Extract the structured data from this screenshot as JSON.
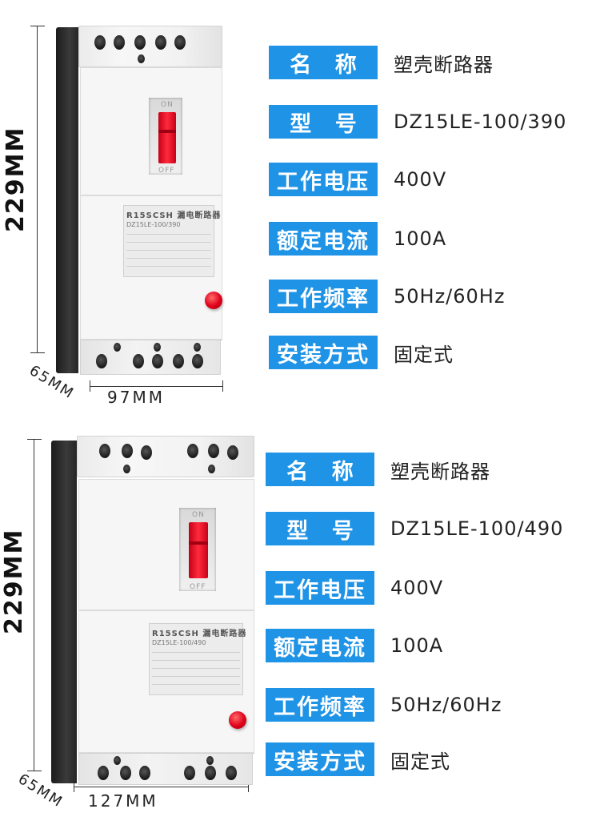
{
  "products": [
    {
      "dims": {
        "height": "229MM",
        "depth": "65MM",
        "width": "97MM"
      },
      "breaker": {
        "on": "ON",
        "off": "OFF",
        "brand": "R15SCSH 漏电断路器",
        "model": "DZ15LE-100/390"
      },
      "specs": [
        {
          "label": "名 称",
          "value": "塑壳断路器"
        },
        {
          "label": "型 号",
          "value": "DZ15LE-100/390"
        },
        {
          "label": "工作电压",
          "value": "400V"
        },
        {
          "label": "额定电流",
          "value": "100A"
        },
        {
          "label": "工作频率",
          "value": "50Hz/60Hz"
        },
        {
          "label": "安装方式",
          "value": "固定式"
        }
      ]
    },
    {
      "dims": {
        "height": "229MM",
        "depth": "65MM",
        "width": "127MM"
      },
      "breaker": {
        "on": "ON",
        "off": "OFF",
        "brand": "R15SCSH 漏电断路器",
        "model": "DZ15LE-100/490"
      },
      "specs": [
        {
          "label": "名 称",
          "value": "塑壳断路器"
        },
        {
          "label": "型 号",
          "value": "DZ15LE-100/490"
        },
        {
          "label": "工作电压",
          "value": "400V"
        },
        {
          "label": "额定电流",
          "value": "100A"
        },
        {
          "label": "工作频率",
          "value": "50Hz/60Hz"
        },
        {
          "label": "安装方式",
          "value": "固定式"
        }
      ]
    }
  ],
  "colors": {
    "label_bg": "#1f93e6",
    "label_text": "#ffffff",
    "lever": "#ff2a3c",
    "body": "#f2f2f2",
    "side": "#2a2a2a"
  }
}
